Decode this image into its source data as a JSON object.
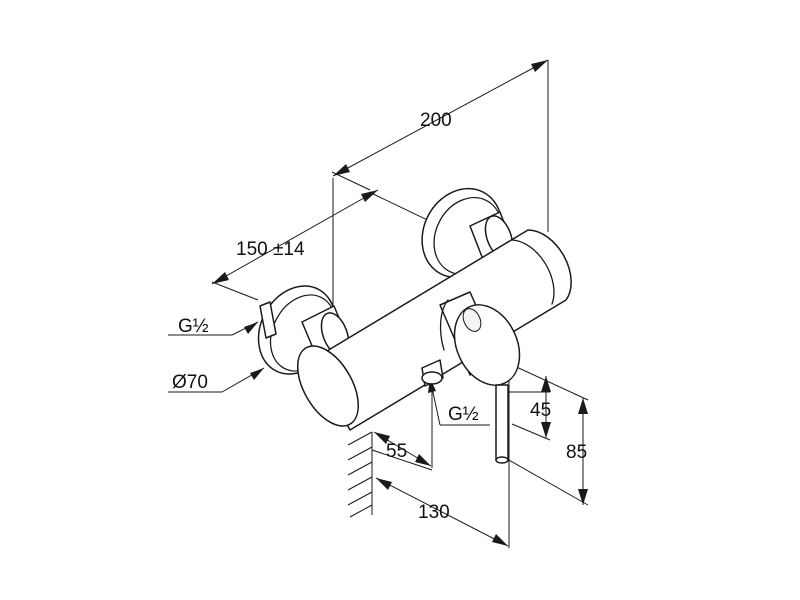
{
  "dimensions": {
    "overall_width": "200",
    "inlet_spacing": "150 ±14",
    "inlet_thread": "G½",
    "cover_diameter": "Ø70",
    "outlet_thread": "G½",
    "outlet_offset": "45",
    "wall_to_outlet": "55",
    "total_height": "85",
    "wall_to_lever": "130"
  }
}
